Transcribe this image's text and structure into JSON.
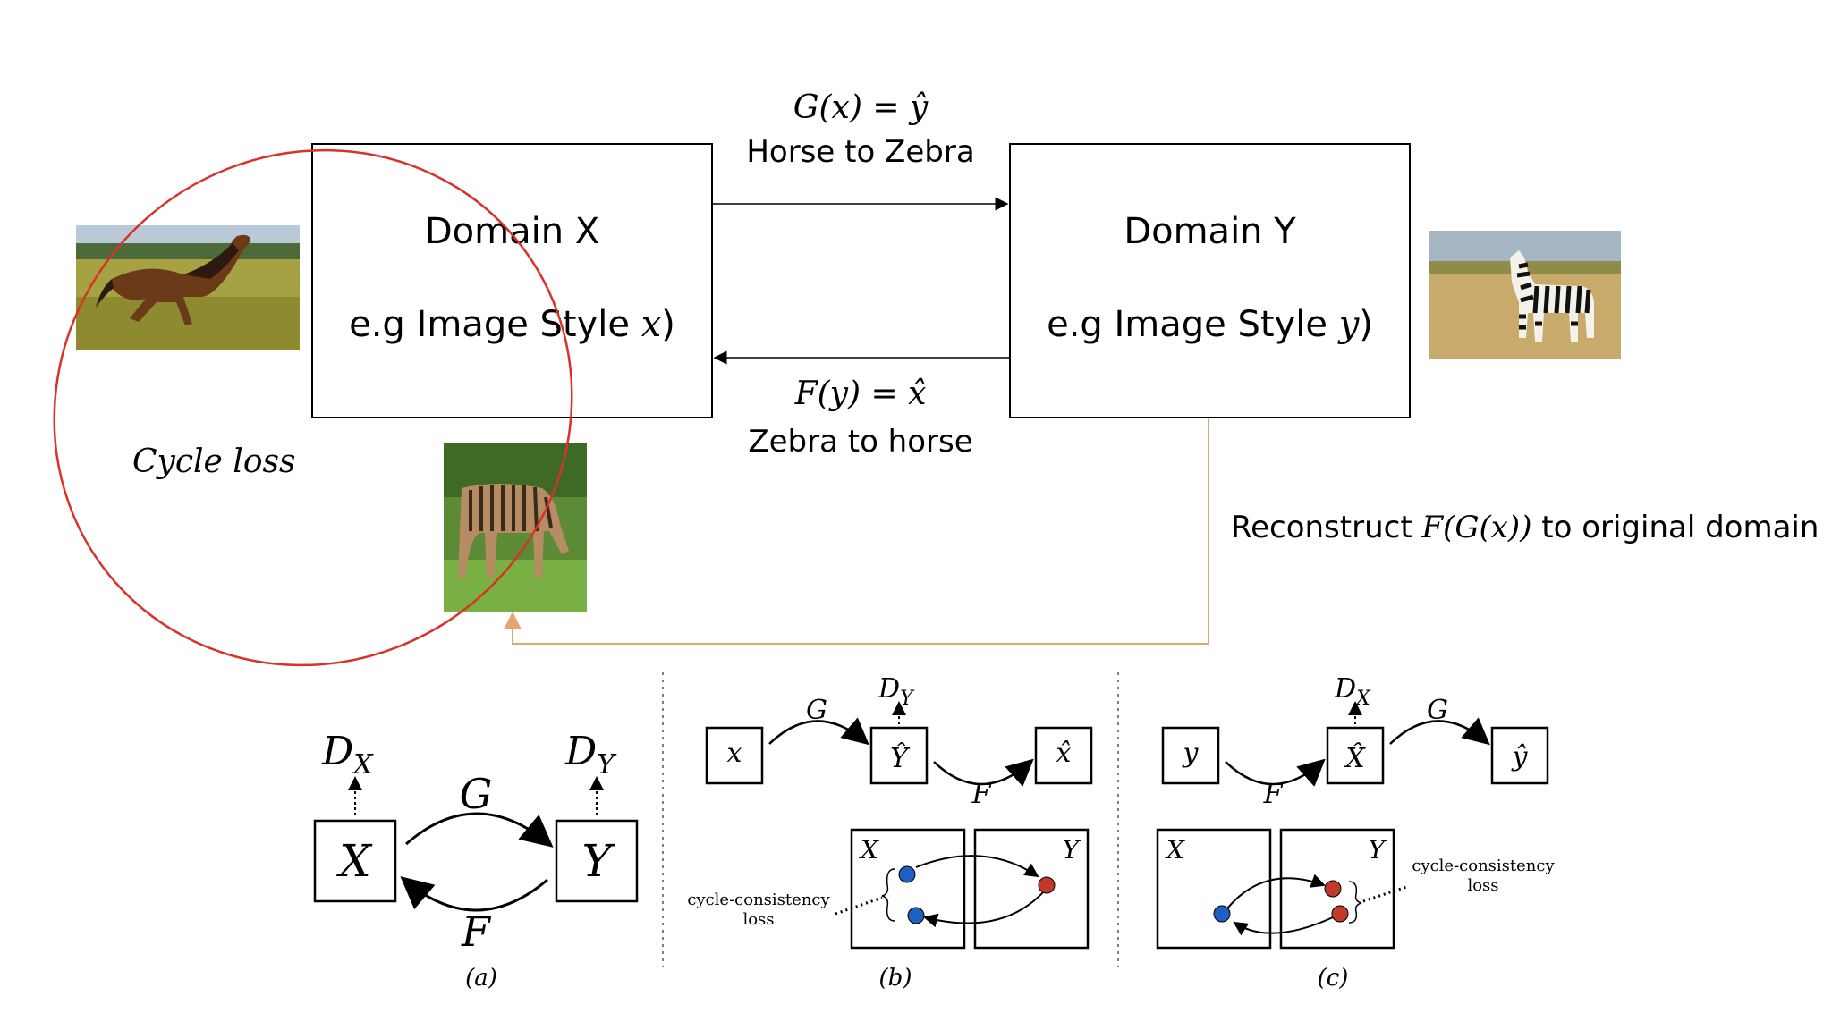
{
  "top": {
    "domain_x": {
      "title": "Domain X",
      "subtitle_text": "e.g Image Style ",
      "subtitle_var": "x",
      "subtitle_close": ")"
    },
    "domain_y": {
      "title": "Domain Y",
      "subtitle_text": "e.g Image Style ",
      "subtitle_var": "y",
      "subtitle_close": ")"
    },
    "forward": {
      "equation": "G(x) = ŷ",
      "caption": "Horse to Zebra"
    },
    "backward": {
      "equation": "F(y) = x̂",
      "caption": "Zebra to horse"
    },
    "cycle_loss": "Cycle loss",
    "reconstruct": {
      "prefix": "Reconstruct ",
      "formula": "F(G(x))",
      "suffix": " to original domain"
    },
    "images": {
      "horse": "horse-photo",
      "zebra": "zebra-photo",
      "reconstructed": "reconstructed-zebra-horse-photo"
    },
    "colors": {
      "cycle_ellipse": "#d8322a",
      "reconstruct_arrow": "#e6a46e"
    }
  },
  "panels": {
    "a": {
      "caption": "(a)",
      "node_x": "X",
      "node_y": "Y",
      "disc_x": "D",
      "disc_x_sub": "X",
      "disc_y": "D",
      "disc_y_sub": "Y",
      "map_g": "G",
      "map_f": "F"
    },
    "b": {
      "caption": "(b)",
      "node_in": "x",
      "node_mid": "Ŷ",
      "node_out": "x̂",
      "disc": "D",
      "disc_sub": "Y",
      "map_top": "G",
      "map_bottom": "F",
      "domain_left": "X",
      "domain_right": "Y",
      "loss_line1": "cycle-consistency",
      "loss_line2": "loss"
    },
    "c": {
      "caption": "(c)",
      "node_in": "y",
      "node_mid": "X̂",
      "node_out": "ŷ",
      "disc": "D",
      "disc_sub": "X",
      "map_top": "G",
      "map_bottom": "F",
      "domain_left": "X",
      "domain_right": "Y",
      "loss_line1": "cycle-consistency",
      "loss_line2": "loss"
    },
    "colors": {
      "blue_point": "#1f5fbf",
      "red_point": "#c0392b"
    }
  }
}
